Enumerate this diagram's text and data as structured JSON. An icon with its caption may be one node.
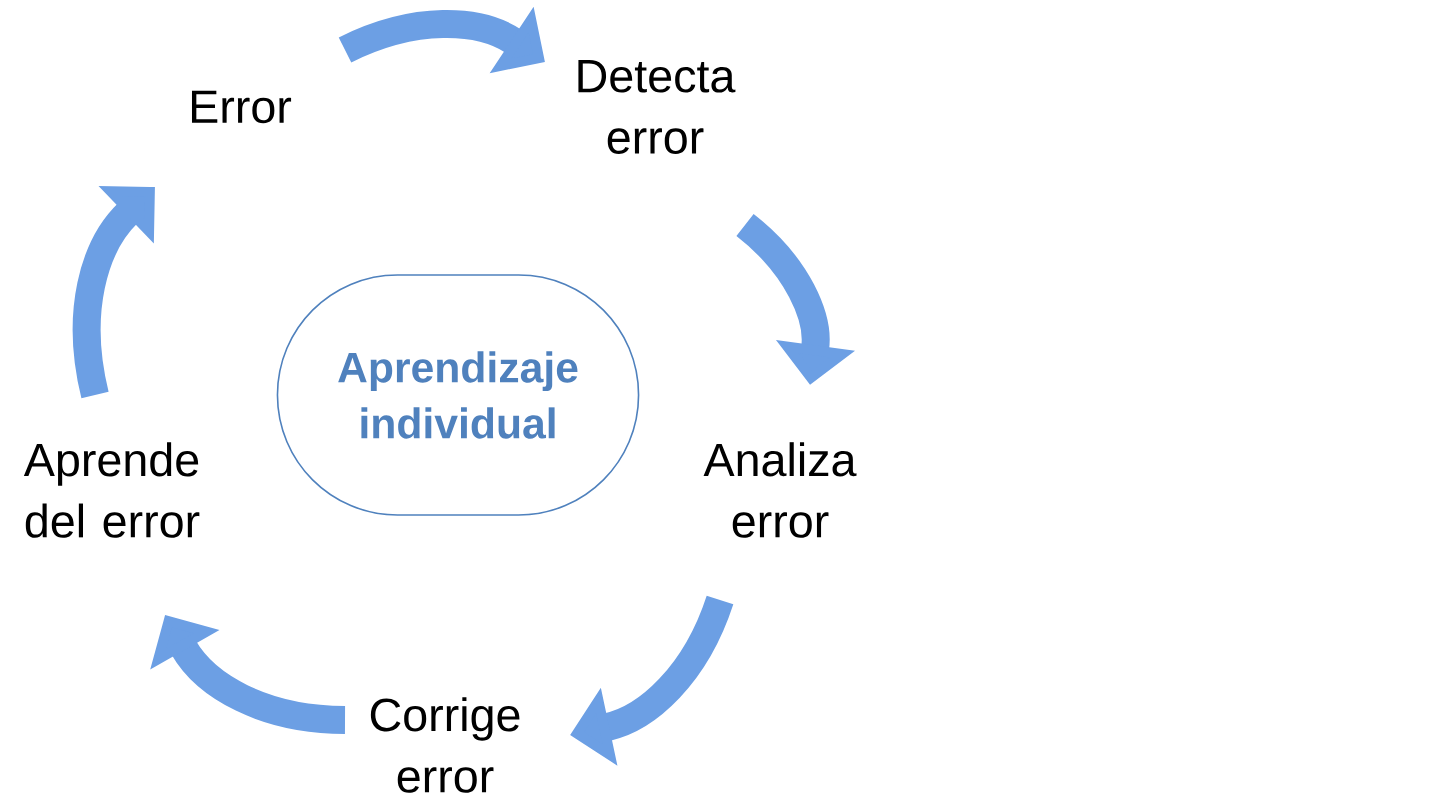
{
  "diagram": {
    "nodes": [
      {
        "text": [
          "Error"
        ]
      },
      {
        "text": [
          "Detecta error"
        ]
      },
      {
        "text": [
          "Analiza error"
        ]
      },
      {
        "text": [
          "Corrige error"
        ]
      },
      {
        "text": [
          "Aprende del error"
        ]
      },
      {
        "text": [
          "Aprendizaje individual"
        ]
      }
    ],
    "edges": [
      {
        "from": 0,
        "to": 1,
        "arrow": "to"
      },
      {
        "from": 1,
        "to": 2,
        "arrow": "to"
      },
      {
        "from": 2,
        "to": 3,
        "arrow": "to"
      },
      {
        "from": 3,
        "to": 4,
        "arrow": "to"
      },
      {
        "from": 4,
        "to": 0,
        "arrow": "to"
      }
    ]
  }
}
